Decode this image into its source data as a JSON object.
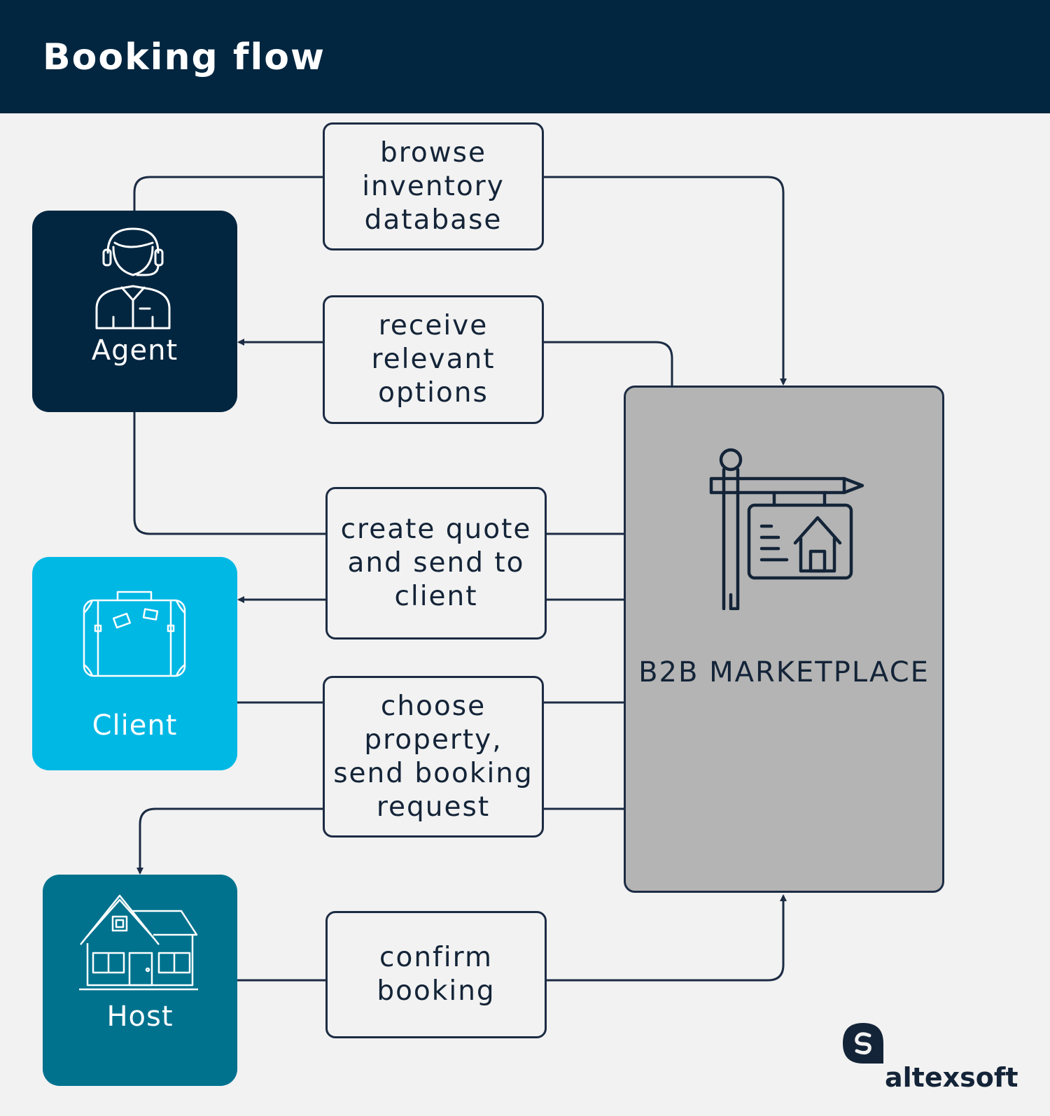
{
  "header": {
    "title": "Booking flow",
    "background": "#022640"
  },
  "steps": [
    {
      "id": "browse",
      "text": "browse inventory database"
    },
    {
      "id": "receive",
      "text": "receive relevant options"
    },
    {
      "id": "quote",
      "text": "create quote and send to client"
    },
    {
      "id": "choose",
      "text": "choose property, send booking request"
    },
    {
      "id": "confirm",
      "text": "confirm booking"
    }
  ],
  "actors": {
    "agent": {
      "label": "Agent",
      "icon": "agent-headset-icon",
      "color": "#022640"
    },
    "client": {
      "label": "Client",
      "icon": "suitcase-icon",
      "color": "#00b8e4"
    },
    "host": {
      "label": "Host",
      "icon": "house-icon",
      "color": "#00728e"
    }
  },
  "marketplace": {
    "label": "B2B MARKETPLACE",
    "icon": "property-sign-icon",
    "color": "#b4b4b4"
  },
  "brand": {
    "name": "altexsoft",
    "icon": "altexsoft-logo-icon"
  }
}
